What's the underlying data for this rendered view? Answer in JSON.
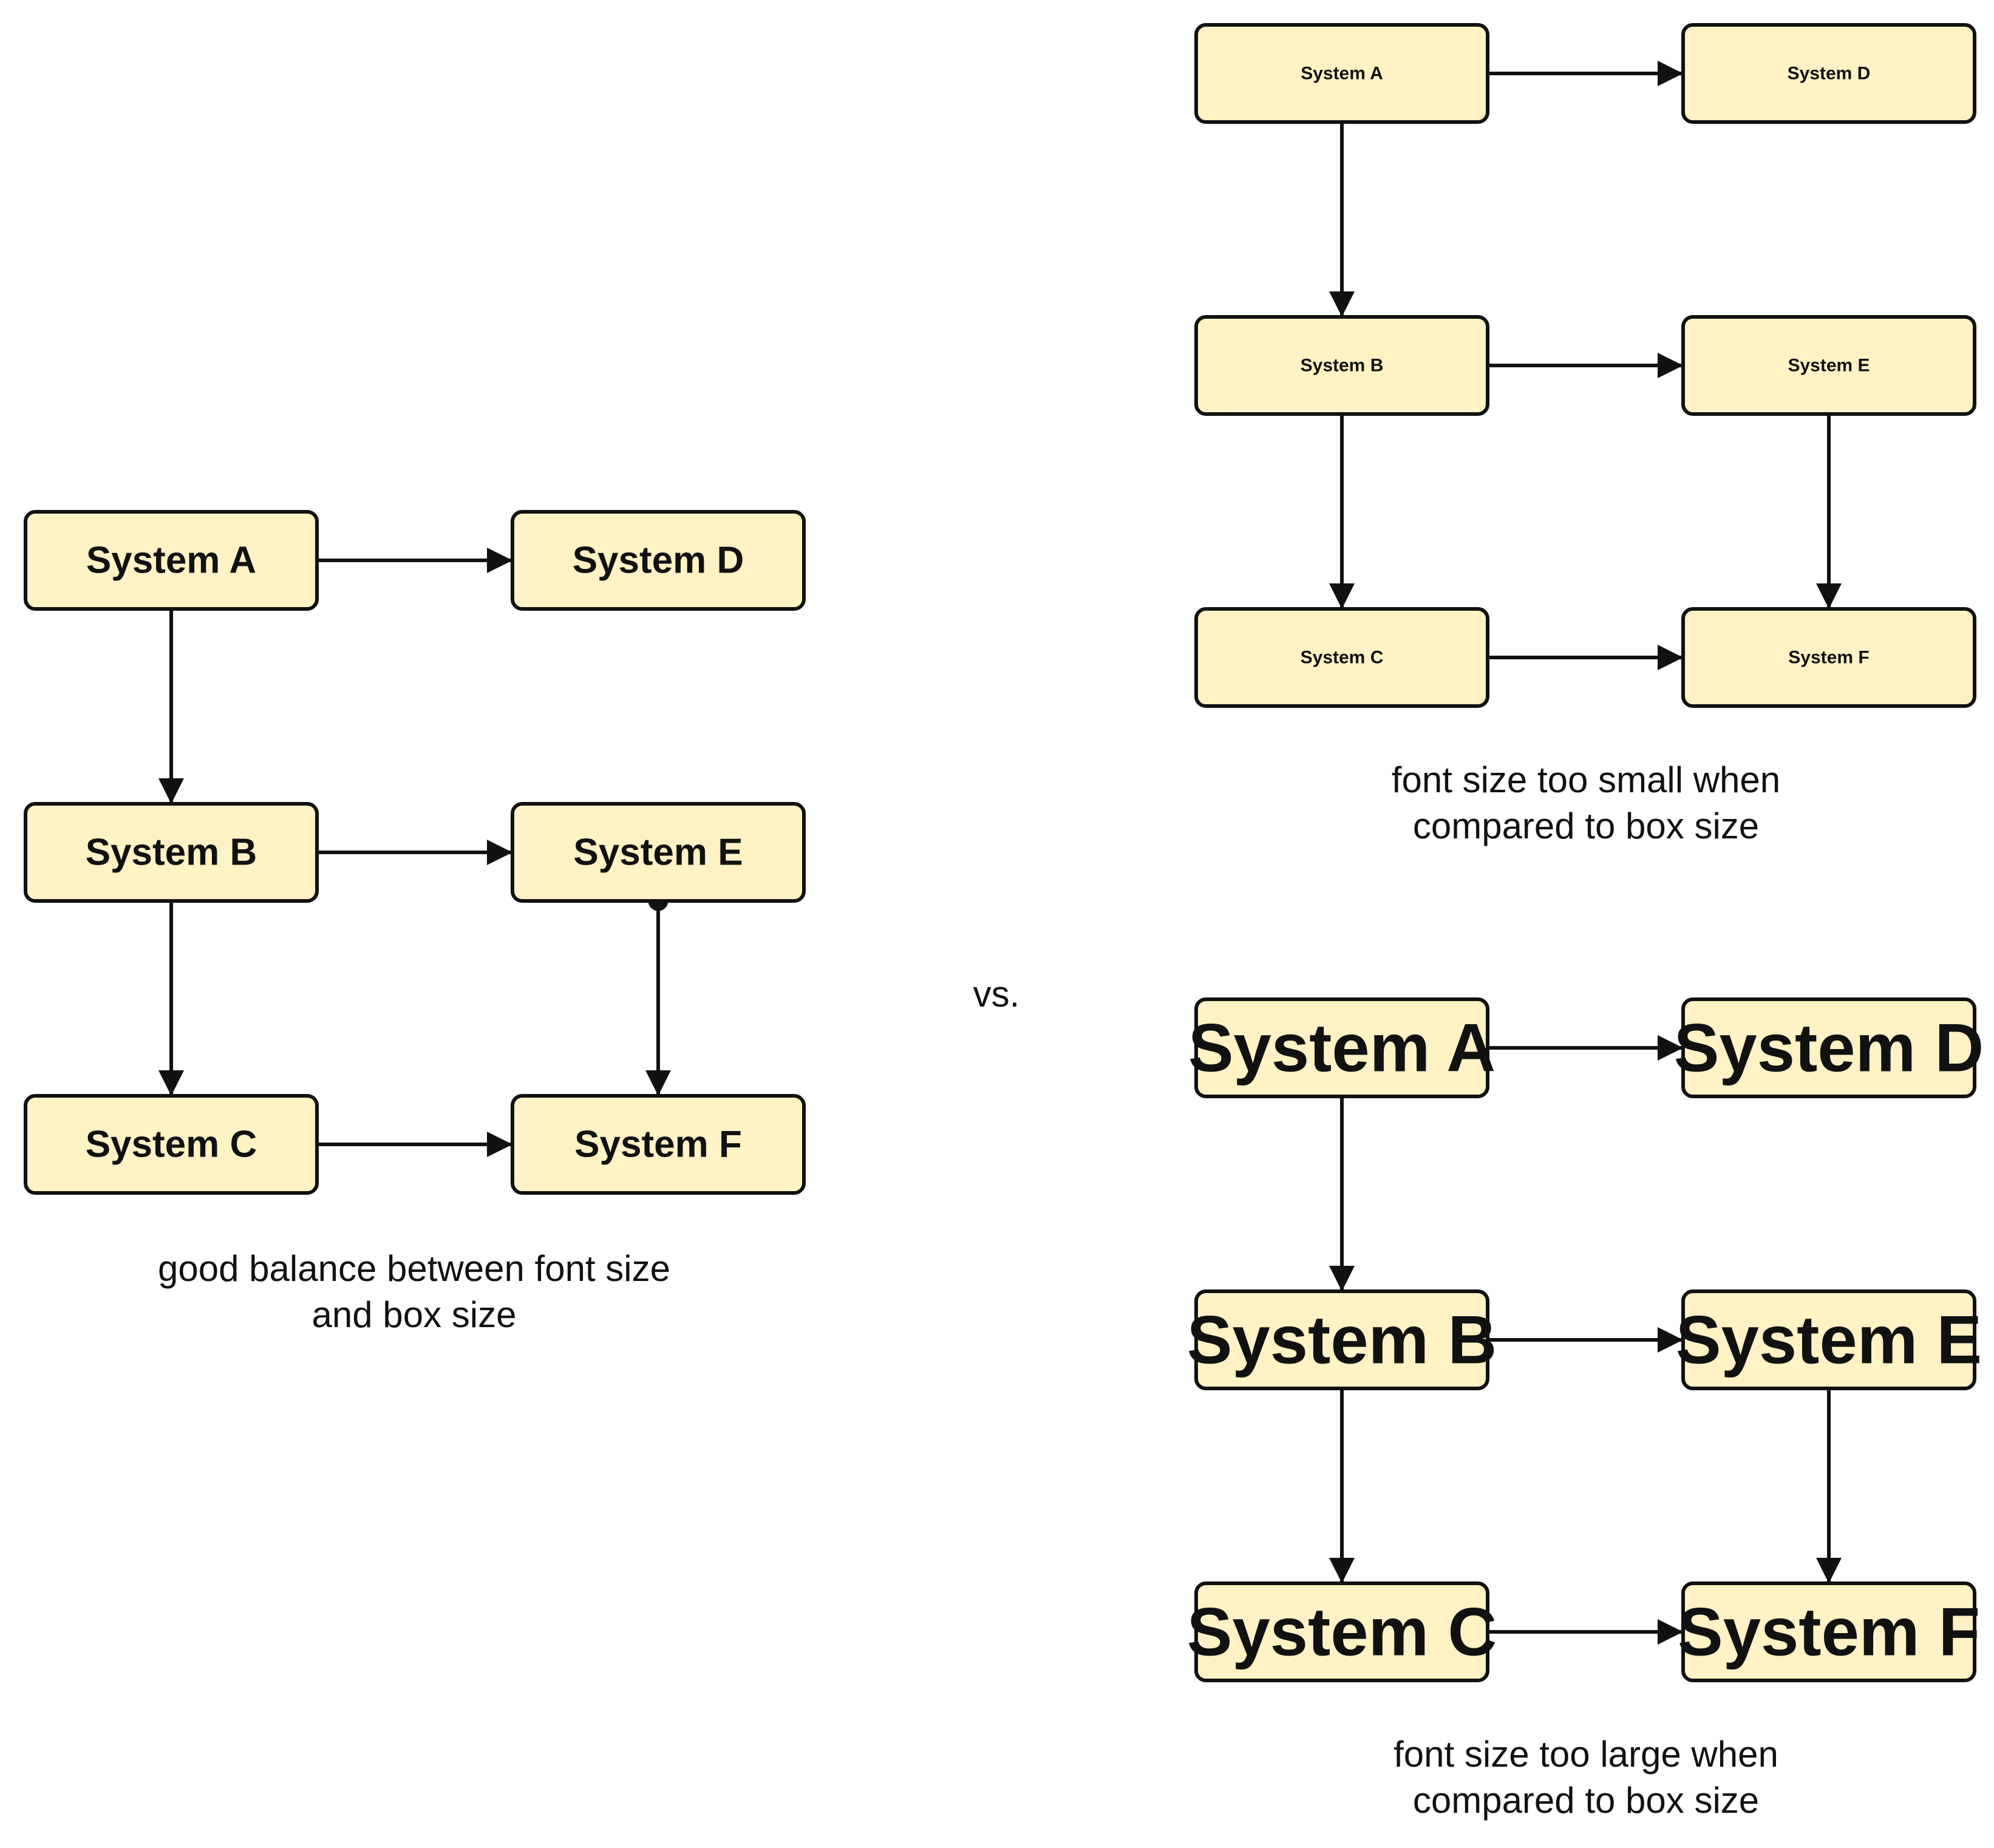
{
  "colors": {
    "box_fill": "#fff2c4",
    "box_stroke": "#111111",
    "text": "#111111",
    "background": "#ffffff"
  },
  "separator": "vs.",
  "diagrams": [
    {
      "name": "balanced",
      "nodes": [
        {
          "id": "A",
          "label": "System A"
        },
        {
          "id": "B",
          "label": "System B"
        },
        {
          "id": "C",
          "label": "System C"
        },
        {
          "id": "D",
          "label": "System D"
        },
        {
          "id": "E",
          "label": "System E"
        },
        {
          "id": "F",
          "label": "System F"
        }
      ],
      "edges": [
        {
          "from": "A",
          "to": "D",
          "start_marker": "none",
          "end_marker": "arrow"
        },
        {
          "from": "A",
          "to": "B",
          "start_marker": "none",
          "end_marker": "arrow"
        },
        {
          "from": "B",
          "to": "E",
          "start_marker": "none",
          "end_marker": "arrow"
        },
        {
          "from": "B",
          "to": "C",
          "start_marker": "none",
          "end_marker": "arrow"
        },
        {
          "from": "E",
          "to": "F",
          "start_marker": "dot",
          "end_marker": "arrow"
        },
        {
          "from": "C",
          "to": "F",
          "start_marker": "none",
          "end_marker": "arrow"
        }
      ],
      "caption": [
        "good balance between font size",
        "and box size"
      ]
    },
    {
      "name": "too-small",
      "nodes": [
        {
          "id": "A",
          "label": "System A"
        },
        {
          "id": "B",
          "label": "System B"
        },
        {
          "id": "C",
          "label": "System C"
        },
        {
          "id": "D",
          "label": "System D"
        },
        {
          "id": "E",
          "label": "System E"
        },
        {
          "id": "F",
          "label": "System F"
        }
      ],
      "edges": [
        {
          "from": "A",
          "to": "D",
          "start_marker": "none",
          "end_marker": "arrow"
        },
        {
          "from": "A",
          "to": "B",
          "start_marker": "none",
          "end_marker": "arrow"
        },
        {
          "from": "B",
          "to": "E",
          "start_marker": "none",
          "end_marker": "arrow"
        },
        {
          "from": "B",
          "to": "C",
          "start_marker": "none",
          "end_marker": "arrow"
        },
        {
          "from": "E",
          "to": "F",
          "start_marker": "none",
          "end_marker": "arrow"
        },
        {
          "from": "C",
          "to": "F",
          "start_marker": "none",
          "end_marker": "arrow"
        }
      ],
      "caption": [
        "font size too small when",
        "compared to box size"
      ]
    },
    {
      "name": "too-large",
      "nodes": [
        {
          "id": "A",
          "label": "System A"
        },
        {
          "id": "B",
          "label": "System B"
        },
        {
          "id": "C",
          "label": "System C"
        },
        {
          "id": "D",
          "label": "System D"
        },
        {
          "id": "E",
          "label": "System E"
        },
        {
          "id": "F",
          "label": "System F"
        }
      ],
      "edges": [
        {
          "from": "A",
          "to": "D",
          "start_marker": "none",
          "end_marker": "arrow"
        },
        {
          "from": "A",
          "to": "B",
          "start_marker": "none",
          "end_marker": "arrow"
        },
        {
          "from": "B",
          "to": "E",
          "start_marker": "none",
          "end_marker": "arrow"
        },
        {
          "from": "B",
          "to": "C",
          "start_marker": "none",
          "end_marker": "arrow"
        },
        {
          "from": "E",
          "to": "F",
          "start_marker": "none",
          "end_marker": "arrow"
        },
        {
          "from": "C",
          "to": "F",
          "start_marker": "none",
          "end_marker": "arrow"
        }
      ],
      "caption": [
        "font size too large when",
        "compared to box size"
      ]
    }
  ]
}
